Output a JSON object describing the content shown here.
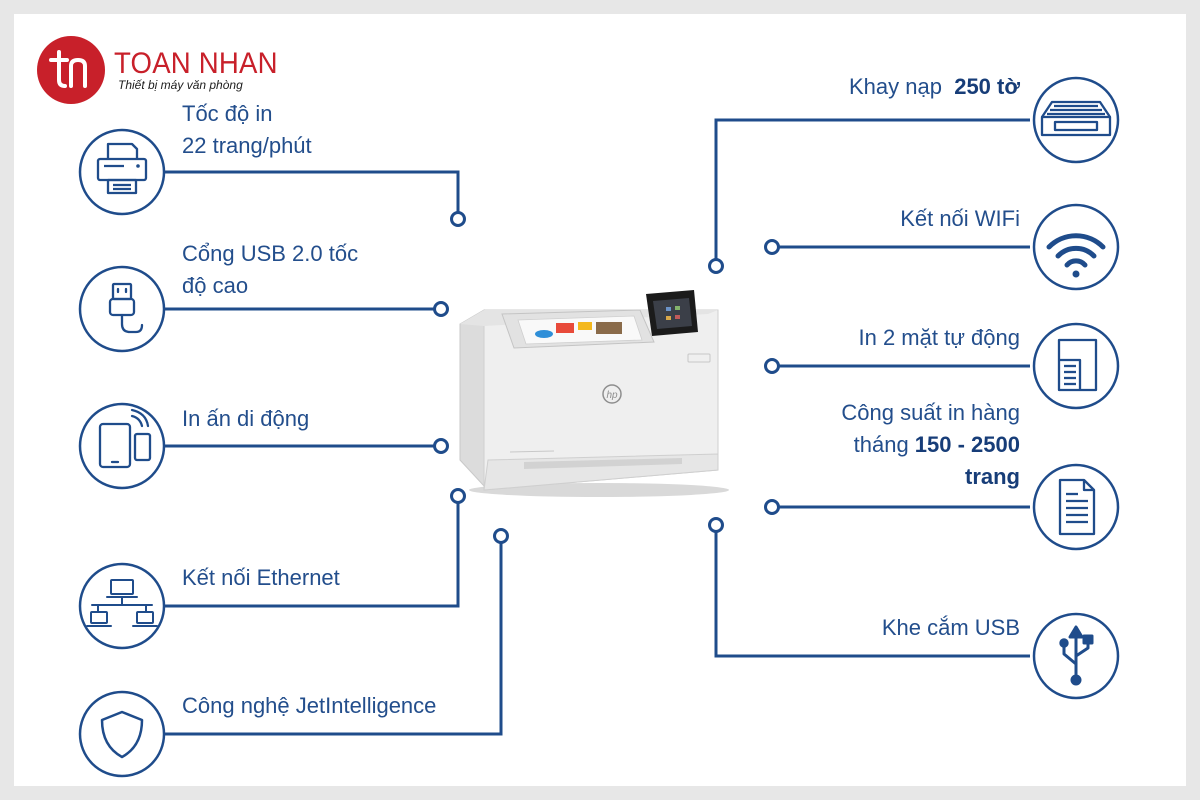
{
  "brand": {
    "name": "TOAN NHAN",
    "tagline": "Thiết bị máy văn phòng",
    "colors": {
      "brand_red": "#c8202a",
      "line_blue": "#1f4c8b",
      "text_blue": "#234e8c"
    }
  },
  "product": {
    "logo_text": "hp"
  },
  "features": {
    "print_speed": {
      "line1": "Tốc độ in",
      "line2": "22 trang/phút",
      "icon": "printer-icon"
    },
    "usb_port": {
      "line1": "Cổng USB 2.0 tốc",
      "line2": "độ cao",
      "icon": "usb-cable-icon"
    },
    "mobile_print": {
      "line1": "In ấn di động",
      "icon": "mobile-devices-icon"
    },
    "ethernet": {
      "line1": "Kết nối Ethernet",
      "icon": "network-icon"
    },
    "jetintelligence": {
      "line1": "Công nghệ JetIntelligence",
      "icon": "shield-icon"
    },
    "paper_tray": {
      "prefix": "Khay nạp ",
      "value": "250 tờ",
      "icon": "paper-tray-icon"
    },
    "wifi": {
      "line1": "Kết nối WIFi",
      "icon": "wifi-icon"
    },
    "duplex": {
      "line1": "In 2 mặt tự động",
      "icon": "duplex-paper-icon"
    },
    "duty_cycle": {
      "line1": "Công suất in hàng",
      "line2_prefix": "tháng ",
      "line2_value": "150 - 2500",
      "line3_value": "trang",
      "icon": "document-icon"
    },
    "usb_slot": {
      "line1": "Khe cắm USB",
      "icon": "usb-symbol-icon"
    }
  }
}
